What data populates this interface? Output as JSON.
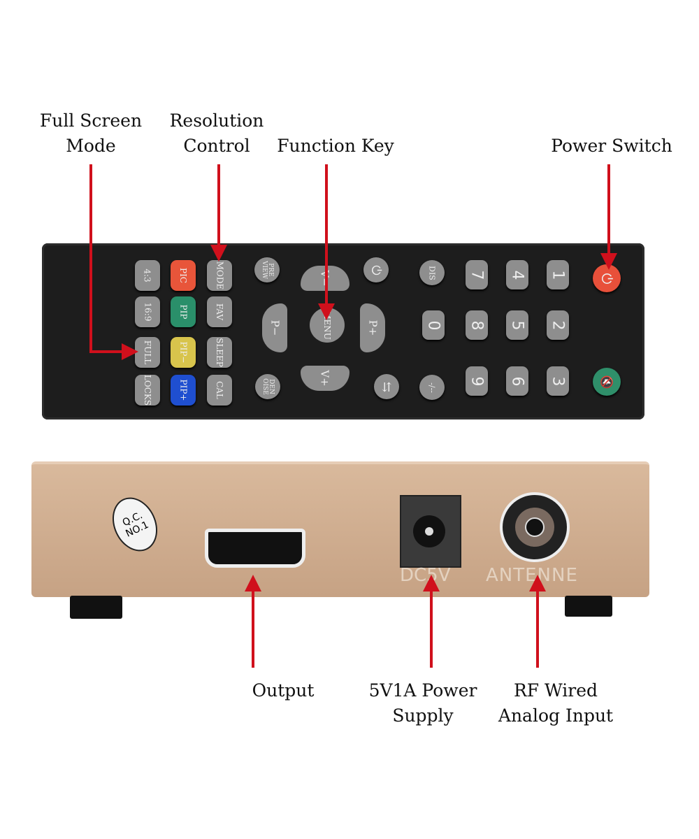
{
  "callouts": {
    "full_screen": [
      "Full Screen",
      "Mode"
    ],
    "resolution": [
      "Resolution",
      "Control"
    ],
    "function_key": "Function Key",
    "power_switch": "Power Switch",
    "output": "Output",
    "power_supply": [
      "5V1A Power",
      "Supply"
    ],
    "rf_input": [
      "RF Wired",
      "Analog Input"
    ]
  },
  "remote": {
    "keys": {
      "k43": "4:3",
      "pic": "PIC",
      "mode": "MODE",
      "k169": "16:9",
      "pip": "PIP",
      "fav": "FAV",
      "full": "FULL",
      "pipm": "PIP−",
      "sleep": "SLEEP",
      "locks": "LOCKS",
      "pipp": "PIP+",
      "cal": "CAL",
      "preview": "PRE VIEW",
      "denoise": "DEN OISE",
      "dis": "DIS",
      "dash": "-/--",
      "menu": "MENU",
      "pminus": "P−",
      "pplus": "P+",
      "vplus": "V+",
      "vminus": "V−"
    },
    "numbers": [
      "1",
      "2",
      "3",
      "4",
      "5",
      "6",
      "7",
      "8",
      "9",
      "0"
    ],
    "colors": {
      "pic": "#e8553a",
      "pip": "#2a8f6a",
      "pipm": "#d8c44c",
      "pipp": "#1f4fd0",
      "power": "#e8503a",
      "mute": "#2f8f6a",
      "arrow": "#d0101c"
    }
  },
  "device": {
    "sticker": [
      "Q.C.",
      "NO.1"
    ],
    "dc_label": "DC5V",
    "antenna_label": "ANTENNE"
  }
}
